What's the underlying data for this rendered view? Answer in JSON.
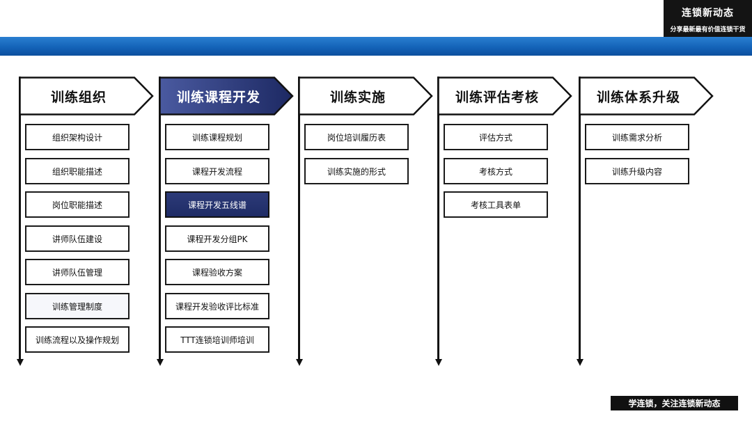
{
  "brand": {
    "title": "连锁新动态",
    "subtitle": "分享最新最有价值连锁干货"
  },
  "footer": {
    "text": "学连锁，关注连锁新动态"
  },
  "columns": [
    {
      "title": "训练组织",
      "items": [
        "组织架构设计",
        "组织职能描述",
        "岗位职能描述",
        "讲师队伍建设",
        "讲师队伍管理",
        "训练管理制度",
        "训练流程以及操作规划"
      ]
    },
    {
      "title": "训练课程开发",
      "highlighted": true,
      "highlighted_item": "课程开发五线谱",
      "items": [
        "训练课程规划",
        "课程开发流程",
        "课程开发五线谱",
        "课程开发分组PK",
        "课程验收方案",
        "课程开发验收评比标准",
        "TTT连锁培训师培训"
      ]
    },
    {
      "title": "训练实施",
      "items": [
        "岗位培训履历表",
        "训练实施的形式"
      ]
    },
    {
      "title": "训练评估考核",
      "items": [
        "评估方式",
        "考核方式",
        "考核工具表单"
      ]
    },
    {
      "title": "训练体系升级",
      "items": [
        "训练需求分析",
        "训练升级内容"
      ]
    }
  ],
  "colors": {
    "banner": "#1463b8",
    "highlight": "#233170",
    "outline": "#1a1a1a"
  }
}
